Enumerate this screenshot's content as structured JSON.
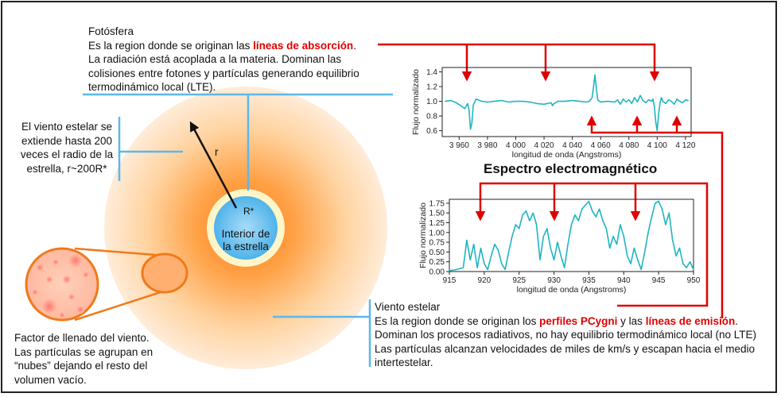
{
  "photosphere": {
    "title": "Fotósfera",
    "line1_pre": "Es la region donde se originan las ",
    "line1_red": "líneas de absorción",
    "line1_post": ".",
    "line2": "La radiación está acoplada a la materia. Dominan las",
    "line3": "colisiones entre fotones y partículas generando equilibrio",
    "line4": "termodinámico local (LTE)."
  },
  "wind_extent": {
    "line1": "El viento estelar se",
    "line2": "extiende  hasta 200",
    "line3": "veces el radio de la",
    "line4": "estrella,  r~200R*"
  },
  "star": {
    "r_label": "r",
    "rstar_label": "R*",
    "interior_line1": "Interior de",
    "interior_line2": "la estrella"
  },
  "filling": {
    "line1": "Factor de llenado del viento.",
    "line2": "Las partículas se agrupan en",
    "line3": "“nubes” dejando el resto del",
    "line4": "volumen vacío."
  },
  "stellar_wind": {
    "title": "Viento estelar",
    "line1_pre": "Es la region donde se originan los ",
    "line1_red1": "perfiles PCygni",
    "line1_mid": " y las ",
    "line1_red2": "líneas de emisión",
    "line1_post": ".",
    "line2": "Dominan los procesos radiativos, no hay equilibrio termodinámico  local (no LTE)",
    "line3": "Las partículas alcanzan velocidades de miles de km/s y escapan hacia el medio",
    "line4": "intertestelar."
  },
  "spectrum_title": "Espectro electromagnético",
  "colors": {
    "accent_blue": "#5bb8ea",
    "arrow_red": "#e00000",
    "spectrum": "#1fb5c2"
  },
  "chart_data": [
    {
      "type": "line",
      "title": "",
      "xlabel": "longitud de onda (Angstroms)",
      "ylabel": "Flujo normalizado",
      "xlim": [
        3948,
        4124
      ],
      "ylim": [
        0.52,
        1.46
      ],
      "xticks": [
        3960,
        3980,
        4000,
        4020,
        4040,
        4060,
        4080,
        4100,
        4120
      ],
      "xtick_labels": [
        "3 960",
        "3 980",
        "4 000",
        "4 020",
        "4 040",
        "4 060",
        "4 080",
        "4 100",
        "4 120"
      ],
      "yticks": [
        0.6,
        0.8,
        1.0,
        1.2,
        1.4
      ],
      "ytick_labels": [
        "0.6",
        "0.8",
        "1.0",
        "1.2",
        "1.4"
      ],
      "x": [
        3950,
        3954,
        3958,
        3962,
        3964,
        3966,
        3967,
        3968,
        3969,
        3970,
        3972,
        3976,
        3980,
        3985,
        3990,
        3995,
        4000,
        4005,
        4010,
        4015,
        4020,
        4025,
        4026,
        4027,
        4030,
        4035,
        4040,
        4045,
        4050,
        4052,
        4054,
        4055,
        4056,
        4057,
        4058,
        4060,
        4065,
        4070,
        4072,
        4074,
        4076,
        4078,
        4080,
        4082,
        4084,
        4086,
        4088,
        4090,
        4092,
        4094,
        4096,
        4097,
        4098,
        4099,
        4100,
        4101,
        4102,
        4103,
        4104,
        4106,
        4108,
        4110,
        4112,
        4114,
        4116,
        4118,
        4120,
        4122
      ],
      "y": [
        1.0,
        1.01,
        0.98,
        0.93,
        0.9,
        0.97,
        0.88,
        0.62,
        0.7,
        0.95,
        1.03,
        1.0,
        0.99,
        1.0,
        1.01,
        0.99,
        1.0,
        1.0,
        0.99,
        0.97,
        0.96,
        0.98,
        0.94,
        0.97,
        1.0,
        1.0,
        1.01,
        1.0,
        0.99,
        1.0,
        1.05,
        1.2,
        1.36,
        1.18,
        1.02,
        0.99,
        1.0,
        0.99,
        1.02,
        0.96,
        1.03,
        0.99,
        1.02,
        0.97,
        1.05,
        0.99,
        1.08,
        1.01,
        0.98,
        1.02,
        1.0,
        1.03,
        0.93,
        0.72,
        0.6,
        0.82,
        0.98,
        1.05,
        1.0,
        0.97,
        1.02,
        1.0,
        0.96,
        1.03,
        1.0,
        0.98,
        1.02,
        1.01
      ]
    },
    {
      "type": "line",
      "title": "",
      "xlabel": "longitud de onda (Angstroms)",
      "ylabel": "Flujo normalizado",
      "xlim": [
        915,
        950
      ],
      "ylim": [
        0.0,
        1.85
      ],
      "xticks": [
        915,
        920,
        925,
        930,
        935,
        940,
        945,
        950
      ],
      "xtick_labels": [
        "915",
        "920",
        "925",
        "930",
        "935",
        "940",
        "945",
        "950"
      ],
      "yticks": [
        0.0,
        0.25,
        0.5,
        0.75,
        1.0,
        1.25,
        1.5,
        1.75
      ],
      "ytick_labels": [
        "0.00",
        "0.25",
        "0.50",
        "0.75",
        "1.00",
        "1.25",
        "1.50",
        "1.75"
      ],
      "x": [
        915,
        916,
        917,
        917.5,
        918,
        918.5,
        919,
        919.5,
        920,
        920.5,
        921,
        921.5,
        922,
        922.5,
        923,
        923.5,
        924,
        924.5,
        925,
        925.5,
        926,
        926.5,
        927,
        927.5,
        928,
        928.5,
        929,
        929.5,
        930,
        930.5,
        931,
        931.5,
        932,
        932.5,
        933,
        933.5,
        934,
        934.5,
        935,
        935.5,
        936,
        936.5,
        937,
        937.5,
        938,
        938.5,
        939,
        939.5,
        940,
        940.5,
        941,
        941.5,
        942,
        942.5,
        943,
        943.5,
        944,
        944.5,
        945,
        945.5,
        946,
        946.5,
        947,
        947.5,
        948,
        948.5,
        949,
        949.5,
        950
      ],
      "y": [
        0.02,
        0.05,
        0.1,
        0.8,
        0.3,
        0.7,
        0.1,
        0.6,
        0.2,
        0.05,
        0.4,
        0.7,
        0.55,
        0.2,
        0.05,
        0.5,
        0.9,
        1.2,
        1.1,
        1.45,
        1.55,
        1.3,
        1.5,
        1.2,
        0.3,
        0.9,
        1.1,
        0.6,
        0.3,
        0.75,
        0.4,
        0.1,
        0.7,
        1.2,
        1.45,
        1.3,
        1.6,
        1.7,
        1.8,
        1.55,
        1.4,
        1.6,
        1.3,
        1.1,
        0.6,
        0.9,
        0.7,
        1.2,
        0.9,
        0.4,
        0.2,
        0.6,
        0.3,
        0.05,
        0.5,
        1.0,
        1.4,
        1.75,
        1.8,
        1.6,
        1.2,
        1.5,
        0.8,
        0.4,
        0.6,
        0.2,
        0.1,
        0.25,
        0.05
      ]
    }
  ]
}
